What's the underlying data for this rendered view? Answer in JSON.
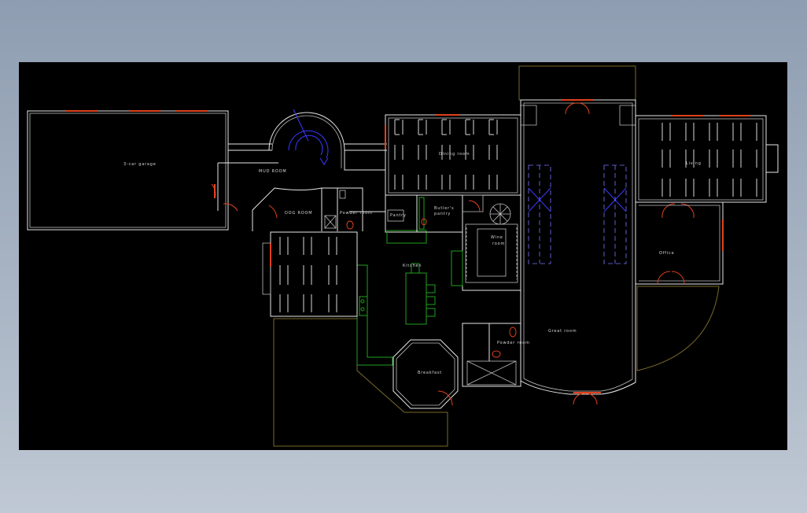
{
  "plan": {
    "rooms": {
      "garage": "3-car garage",
      "mud_room": "MUD ROOM",
      "dog_room": "DOG ROOM",
      "powder_room_1": "Powder room",
      "dining_room": "Dining room",
      "pantry": "Pantry",
      "butlers_pantry": "Butler's pantry",
      "wine_room": "Wine room",
      "kitchen": "Kitchen",
      "breakfast": "Breakfast",
      "great_room": "Great room",
      "powder_room_2": "Powder room",
      "living": "Living",
      "office": "Office"
    }
  },
  "colors": {
    "background": "#000000",
    "walls": "#e6e6e6",
    "windows_doors": "#e0421d",
    "cabinetry": "#1fa01f",
    "stair": "#3a3aff",
    "deck": "#7a6a2a"
  }
}
